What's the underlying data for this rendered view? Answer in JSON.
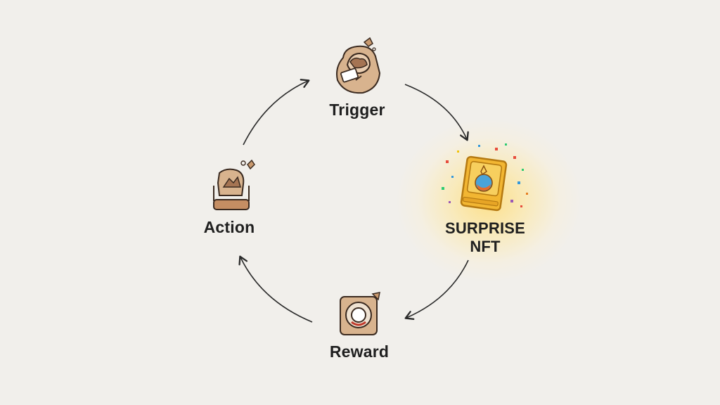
{
  "diagram": {
    "nodes": {
      "trigger": {
        "label": "Trigger",
        "icon": "hand-tap-icon"
      },
      "nft": {
        "label_line1": "SURPRISE",
        "label_line2": "NFT",
        "icon": "golden-card-icon",
        "highlight": "#ffd56a"
      },
      "reward": {
        "label": "Reward",
        "icon": "coin-machine-icon"
      },
      "action": {
        "label": "Action",
        "icon": "box-pedestal-icon"
      }
    },
    "flow": [
      "Trigger",
      "SURPRISE NFT",
      "Reward",
      "Action",
      "Trigger"
    ],
    "colors": {
      "background": "#f1efeb",
      "icon_fill": "#d7b28c",
      "outline": "#3a2a20",
      "gold": "#f2b632"
    }
  }
}
